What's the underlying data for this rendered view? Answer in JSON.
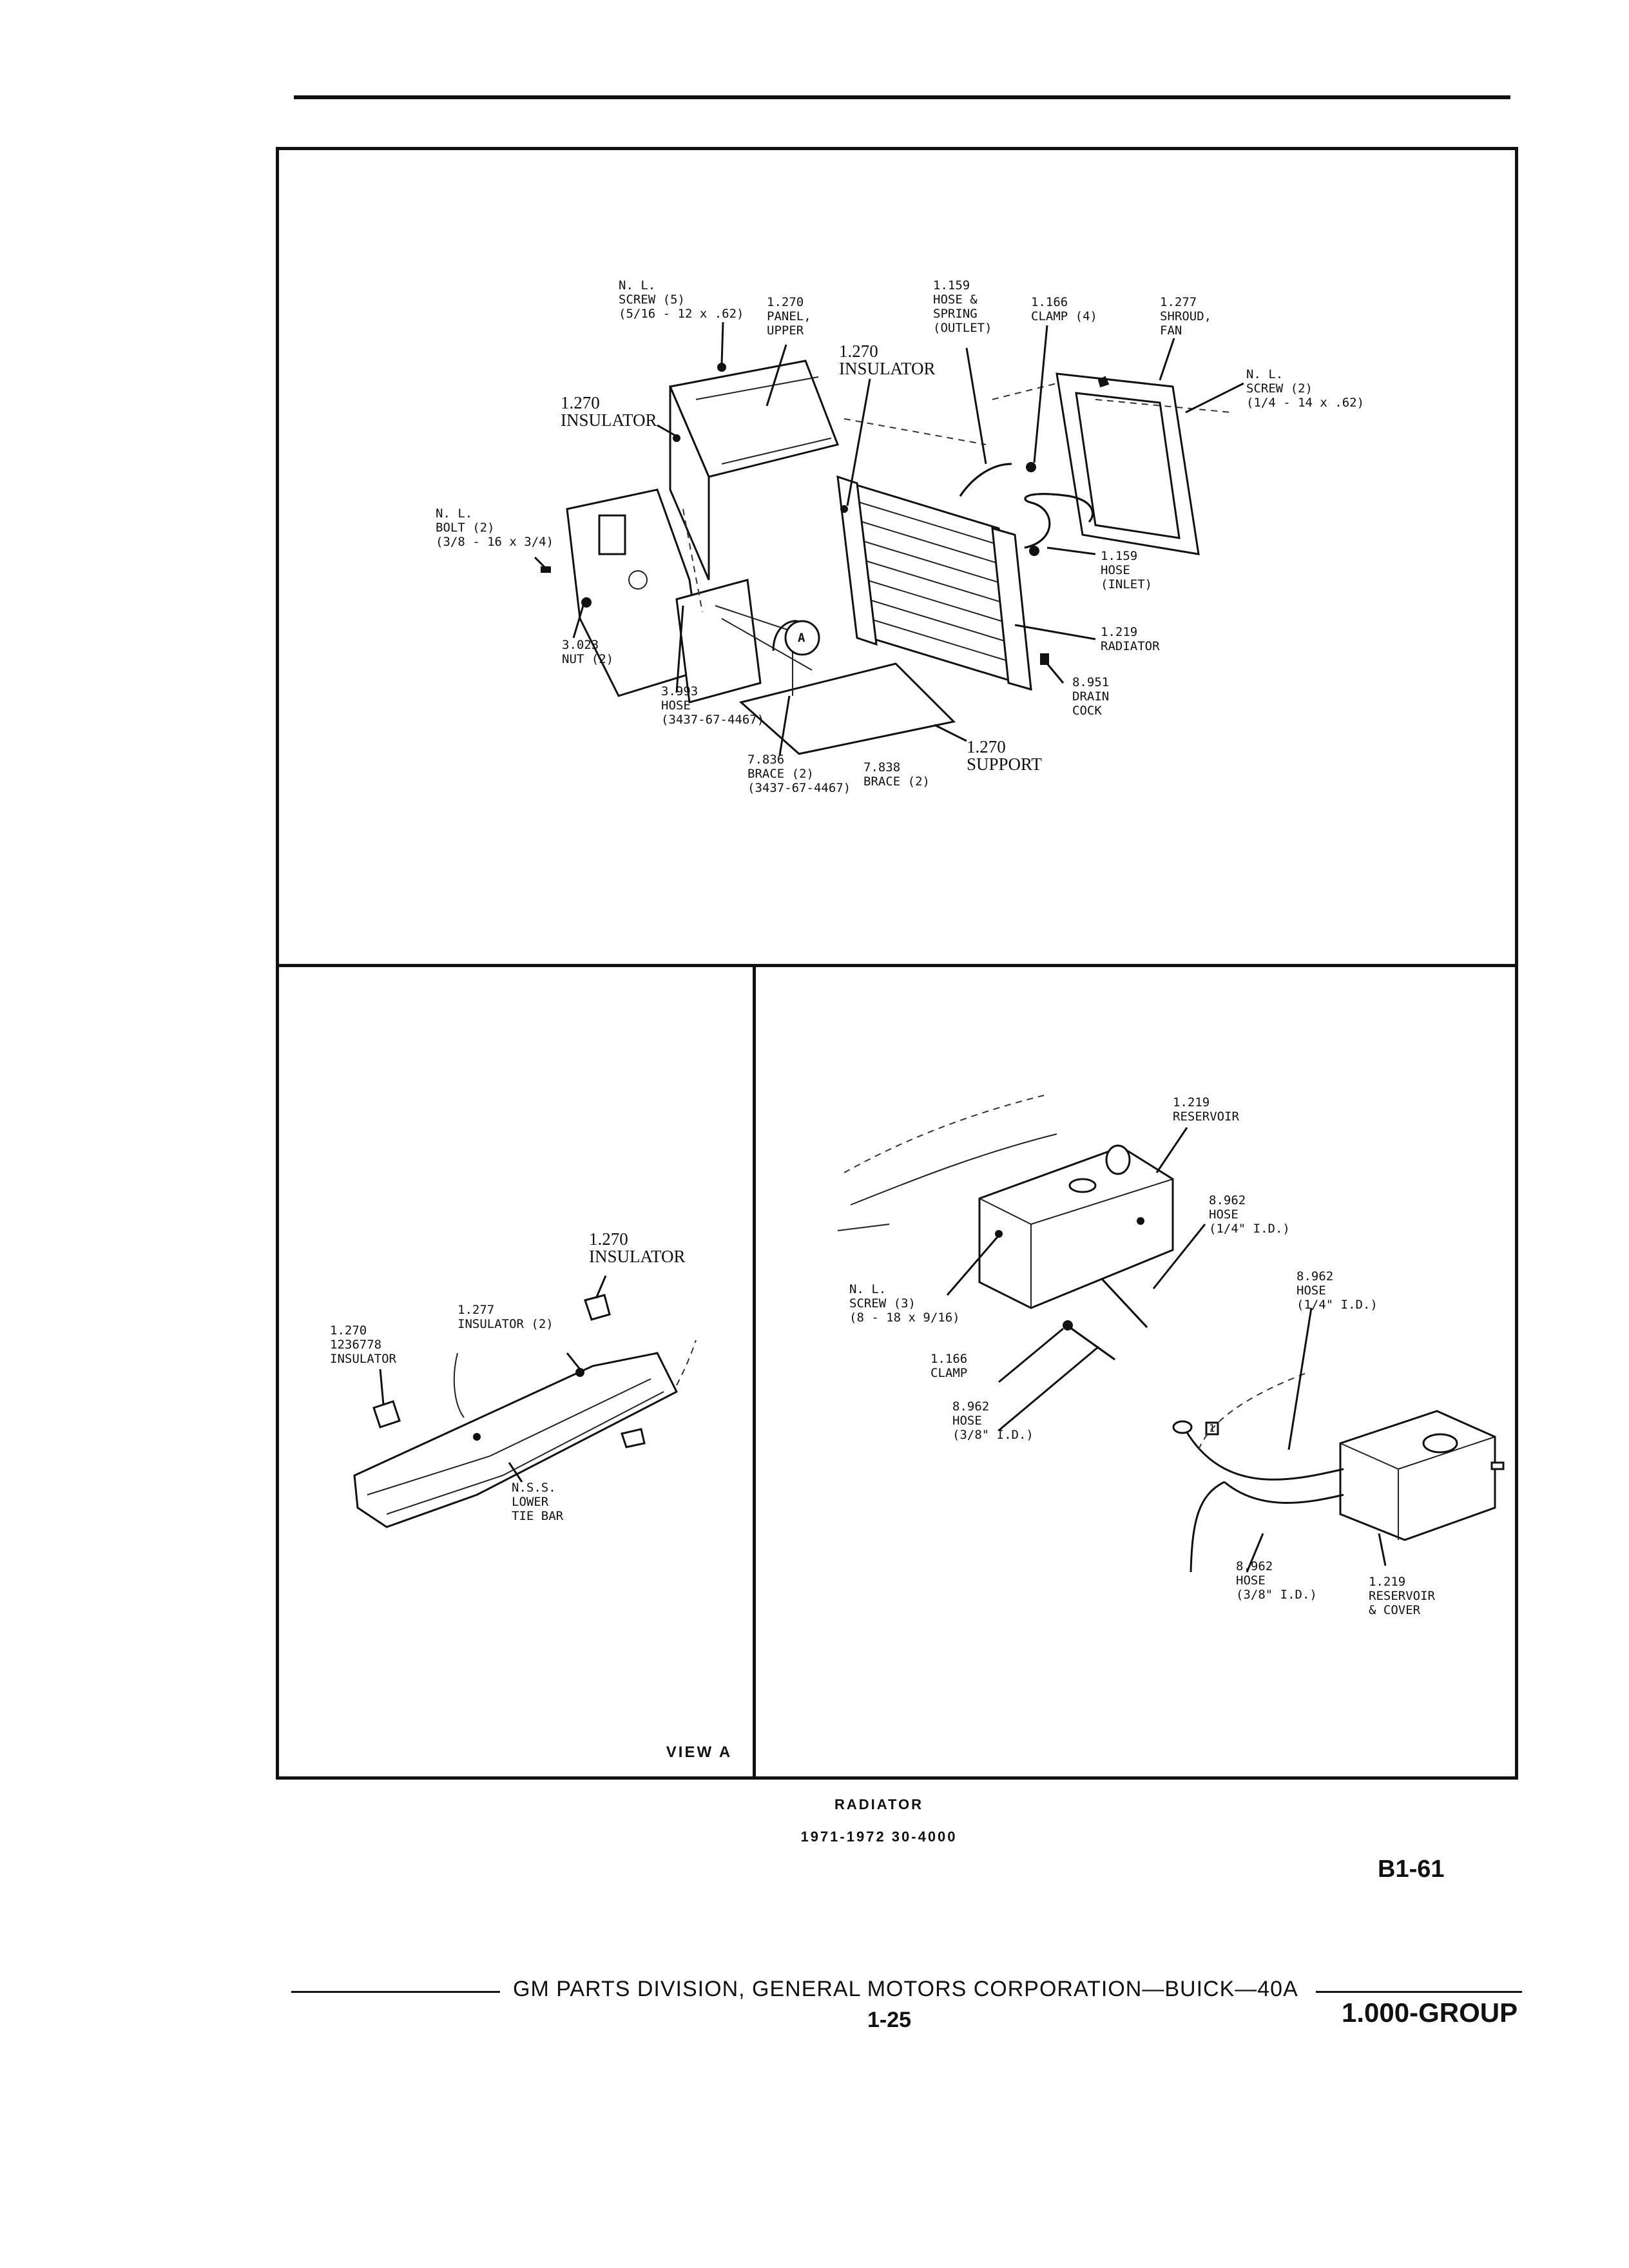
{
  "top_panel": {
    "labels": [
      {
        "id": "nl-screw-5",
        "text": "N. L.\nSCREW (5)\n(5/16 - 12 x .62)"
      },
      {
        "id": "panel-upper",
        "text": "1.270\nPANEL,\nUPPER"
      },
      {
        "id": "hose-spring-outlet",
        "text": "1.159\nHOSE &\nSPRING\n(OUTLET)"
      },
      {
        "id": "clamp-4",
        "text": "1.166\nCLAMP (4)"
      },
      {
        "id": "shroud-fan",
        "text": "1.277\nSHROUD,\nFAN"
      },
      {
        "id": "nl-screw-2",
        "text": "N. L.\nSCREW (2)\n(1/4 - 14 x .62)"
      },
      {
        "id": "nl-bolt-2",
        "text": "N. L.\nBOLT (2)\n(3/8 - 16 x 3/4)"
      },
      {
        "id": "hose-inlet",
        "text": "1.159\nHOSE\n(INLET)"
      },
      {
        "id": "radiator",
        "text": "1.219\nRADIATOR"
      },
      {
        "id": "nut-2",
        "text": "3.023\nNUT (2)"
      },
      {
        "id": "drain-cock",
        "text": "8.951\nDRAIN\nCOCK"
      },
      {
        "id": "hose-3993",
        "text": "3.993\nHOSE\n(3437-67-4467)"
      },
      {
        "id": "brace-7836",
        "text": "7.836\nBRACE (2)\n(3437-67-4467)"
      },
      {
        "id": "brace-7838",
        "text": "7.838\nBRACE (2)"
      }
    ],
    "big_labels": [
      {
        "id": "insulator-left",
        "text": "1.270\nINSULATOR"
      },
      {
        "id": "insulator-center",
        "text": "1.270\nINSULATOR"
      },
      {
        "id": "support",
        "text": "1.270\nSUPPORT"
      }
    ],
    "callout_letter": "A"
  },
  "view_a": {
    "labels": [
      {
        "id": "insulator-1236778",
        "text": "1.270\n1236778\nINSULATOR"
      },
      {
        "id": "insulator-2",
        "text": "1.277\nINSULATOR (2)"
      },
      {
        "id": "lower-tie-bar",
        "text": "N.S.S.\nLOWER\nTIE BAR"
      }
    ],
    "big_labels": [
      {
        "id": "insulator-top",
        "text": "1.270\nINSULATOR"
      }
    ],
    "title": "VIEW A"
  },
  "reservoir_view": {
    "labels": [
      {
        "id": "reservoir",
        "text": "1.219\nRESERVOIR"
      },
      {
        "id": "hose-quarter",
        "text": "8.962\nHOSE\n(1/4\" I.D.)"
      },
      {
        "id": "hose-quarter-2",
        "text": "8.962\nHOSE\n(1/4\" I.D.)"
      },
      {
        "id": "nl-screw-3",
        "text": "N. L.\nSCREW (3)\n(8 - 18 x 9/16)"
      },
      {
        "id": "clamp",
        "text": "1.166\nCLAMP"
      },
      {
        "id": "hose-three-eighths",
        "text": "8.962\nHOSE\n(3/8\" I.D.)"
      },
      {
        "id": "hose-three-eighths-2",
        "text": "8.962\nHOSE\n(3/8\" I.D.)"
      },
      {
        "id": "reservoir-cover",
        "text": "1.219\nRESERVOIR\n& COVER"
      }
    ],
    "marker": "1"
  },
  "caption": {
    "title": "RADIATOR",
    "subtitle": "1971-1972 30-4000",
    "page_code": "B1-61"
  },
  "footer": {
    "text": "GM PARTS DIVISION, GENERAL MOTORS CORPORATION—BUICK—40A",
    "page": "1-25",
    "group": "1.000-GROUP"
  }
}
